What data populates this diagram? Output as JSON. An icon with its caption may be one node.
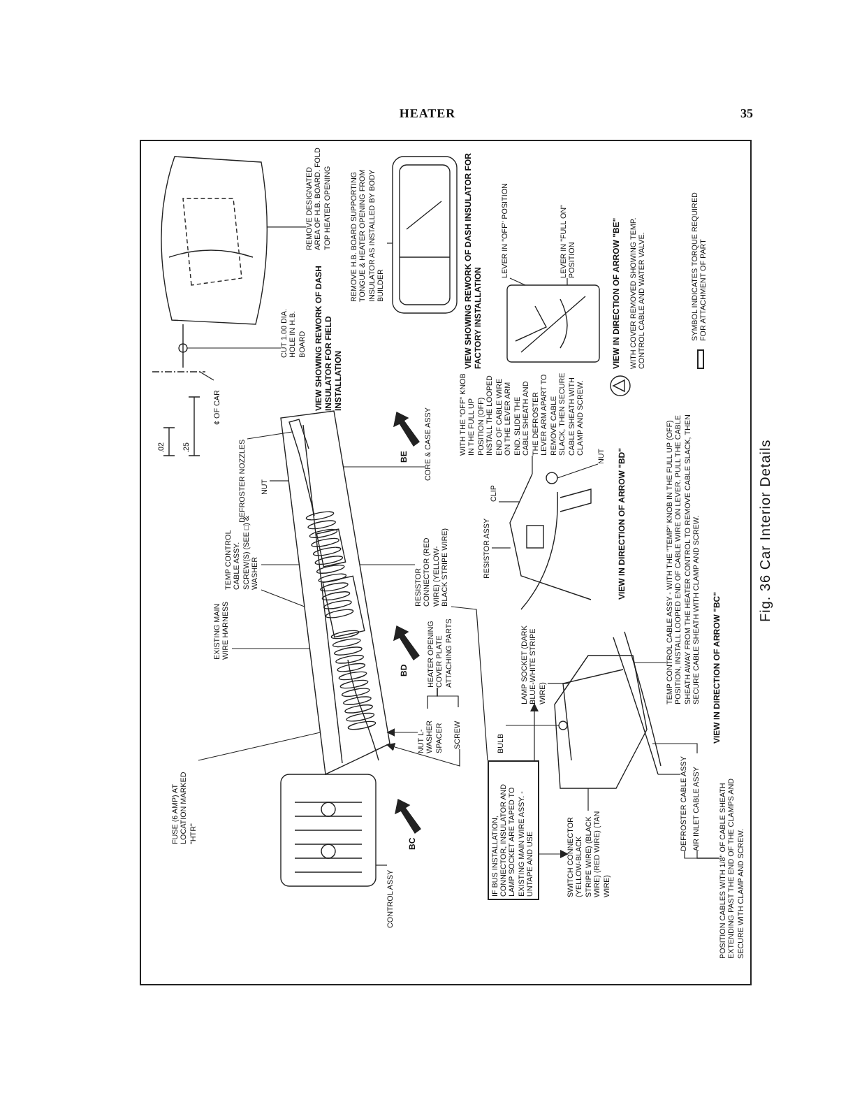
{
  "diagram": {
    "title": "HEATER",
    "caption": "Fig. 36 Car Interior Details",
    "nodes": [
      {
        "text": [
          "REMOVE DESIGNATED AREA OF H.B. BOARD. FOLD TOP HEATER OPENING"
        ]
      },
      {
        "text": [
          "¢ OF CAR"
        ]
      },
      {
        "text": [
          "CUT 1.00 DIA. HOLE IN H.B. BOARD"
        ]
      },
      {
        "text": [
          "REMOVE H.B. BOARD SUPPORTING TONGUE & HEATER OPENING FROM INSULATOR AS INSTALLED BY BODY BUILDER"
        ]
      },
      {
        "text": [
          "LEVER IN \"OFF\" POSITION"
        ]
      },
      {
        "text": [
          "LEVER IN \"FULL ON\" POSITION"
        ]
      },
      {
        "text": [
          "DEFROSTER NOZZLES"
        ]
      },
      {
        "text": [
          "TEMP CONTROL CABLE ASSY. SCREW(S) (SEE □) & WASHER"
        ]
      },
      {
        "text": [
          "NUT"
        ]
      },
      {
        "text": [
          "EXISTING MAIN WIRE HARNESS"
        ]
      },
      {
        "text": [
          "FUSE (6 AMP) AT LOCATION MARKED \"HTR\""
        ]
      },
      {
        "text": [
          "CONTROL ASSY"
        ]
      },
      {
        "text": [
          "NUT L-WASHER SPACER"
        ]
      },
      {
        "text": [
          "SCREW"
        ]
      },
      {
        "text": [
          "CORE & CASE ASSY"
        ]
      },
      {
        "text": [
          "RESISTOR CONNECTOR (RED WIRE) (YELLOW-BLACK STRIPE WIRE)"
        ]
      },
      {
        "text": [
          "RESISTOR ASSY"
        ]
      },
      {
        "text": [
          "CLIP"
        ]
      },
      {
        "text": [
          "WITH THE \"OFF\" KNOB IN THE FULL UP POSITION (OFF) INSTALL THE LOOPED END OF CABLE WIRE ON THE LEVER ARM END. SLIDE THE CABLE SHEATH AND THE DEFROSTER LEVER ARM APART TO REMOVE CABLE SLACK, THEN SECURE CABLE SHEATH WITH CLAMP AND SCREW."
        ]
      },
      {
        "text": [
          "NUT"
        ]
      },
      {
        "text": [
          "IF BUS INSTALLATION, CONNECTOR, INSULATOR AND LAMP SOCKET ARE TAPED TO EXISTING MAIN WIRE ASSY. - UNTAPE AND USE"
        ]
      },
      {
        "text": [
          "BULB"
        ]
      },
      {
        "text": [
          "LAMP SOCKET (DARK BLUE-WHITE STRIPE WIRE)"
        ]
      },
      {
        "text": [
          "SWITCH CONNECTOR (YELLOW-BLACK STRIPE WIRE) (BLACK WIRE) (RED WIRE) (TAN WIRE)"
        ]
      },
      {
        "text": [
          "TEMP CONTROL CABLE ASSY - WITH THE \"TEMP\" KNOB IN THE FULL UP (OFF) POSITION, INSTALL LOOPED END OF CABLE WIRE ON LEVER. PULL THE CABLE SHEATH AWAY FROM THE HEATER CONTROL TO REMOVE CABLE SLACK, THEN SECURE CABLE SHEATH WITH CLAMP AND SCREW."
        ]
      },
      {
        "text": [
          "DEFROSTER CABLE ASSY"
        ]
      },
      {
        "text": [
          "AIR INLET CABLE ASSY"
        ]
      },
      {
        "text": [
          "POSITION CABLES WITH 1/8\" OF CABLE SHEATH EXTENDING PAST THE END OF THE CLAMPS AND SECURE WITH CLAMP AND SCREW."
        ]
      },
      {
        "text": [],
        "shape": "picture"
      },
      {
        "text": [],
        "shape": "picture"
      },
      {
        "text": [],
        "shape": "picture"
      },
      {
        "text": [],
        "shape": "picture"
      },
      {
        "text": [],
        "shape": "picture"
      },
      {
        "text": [],
        "shape": "picture"
      },
      {
        "text": [],
        "shape": "picture"
      },
      {
        "text": [
          "HEATER OPENING COVER PLATE ATTACHING PARTS"
        ]
      }
    ],
    "edges": [
      {
        "from": 0,
        "to": 28,
        "arrow": "none"
      },
      {
        "from": 1,
        "to": 28,
        "arrow": "none"
      },
      {
        "from": 2,
        "to": 28,
        "arrow": "none"
      },
      {
        "from": 3,
        "to": 31,
        "arrow": "none"
      },
      {
        "from": 6,
        "to": 29,
        "arrow": "none"
      },
      {
        "from": 7,
        "to": 29,
        "arrow": "none"
      },
      {
        "from": 7,
        "to": 29,
        "arrow": "none"
      },
      {
        "from": 8,
        "to": 29,
        "arrow": "none"
      },
      {
        "from": 9,
        "to": 29,
        "arrow": "none"
      },
      {
        "from": 10,
        "to": 29,
        "arrow": "none"
      },
      {
        "from": 11,
        "to": 30,
        "arrow": "none"
      },
      {
        "from": 12,
        "to": 29,
        "arrow": "to"
      },
      {
        "from": 13,
        "to": 29,
        "arrow": "to"
      },
      {
        "from": 14,
        "to": 29,
        "arrow": "none"
      },
      {
        "from": 15,
        "to": 29,
        "arrow": "none"
      },
      {
        "from": 16,
        "to": 32,
        "arrow": "none"
      },
      {
        "from": 17,
        "to": 32,
        "arrow": "none"
      },
      {
        "from": 18,
        "to": 32,
        "arrow": "none"
      },
      {
        "from": 19,
        "to": 32,
        "arrow": "none"
      },
      {
        "from": 4,
        "to": 33,
        "arrow": "none"
      },
      {
        "from": 5,
        "to": 33,
        "arrow": "none"
      },
      {
        "from": 20,
        "to": 15,
        "arrow": "none"
      },
      {
        "from": 20,
        "to": 22,
        "arrow": "to"
      },
      {
        "from": 20,
        "to": 23,
        "arrow": "to"
      },
      {
        "from": 21,
        "to": 34,
        "arrow": "none"
      },
      {
        "from": 22,
        "to": 34,
        "arrow": "none"
      },
      {
        "from": 23,
        "to": 34,
        "arrow": "none"
      },
      {
        "from": 24,
        "to": 34,
        "arrow": "none"
      },
      {
        "from": 25,
        "to": 34,
        "arrow": "none"
      },
      {
        "from": 26,
        "to": 34,
        "arrow": "none"
      },
      {
        "from": 27,
        "to": 25,
        "arrow": "none"
      },
      {
        "from": 27,
        "to": 26,
        "arrow": "none"
      },
      {
        "from": 12,
        "to": 35,
        "arrow": "none"
      },
      {
        "from": 13,
        "to": 35,
        "arrow": "none"
      }
    ],
    "labels": [
      "35",
      ".02",
      ".25",
      "VIEW SHOWING REWORK OF DASH INSULATOR FOR FIELD INSTALLATION",
      "BC",
      "BD",
      "BE",
      "VIEW SHOWING REWORK OF DASH INSULATOR FOR FACTORY INSTALLATION",
      "VIEW IN DIRECTION OF ARROW \"BD\"",
      "VIEW IN DIRECTION OF ARROW \"BE\"",
      "WITH COVER REMOVED SHOWING TEMP. CONTROL CABLE AND WATER VALVE.",
      "VIEW IN DIRECTION OF ARROW \"BC\""
    ],
    "legend": [
      {
        "text": "SYMBOL INDICATES TORQUE REQUIRED FOR ATTACHMENT OF PART"
      }
    ]
  }
}
